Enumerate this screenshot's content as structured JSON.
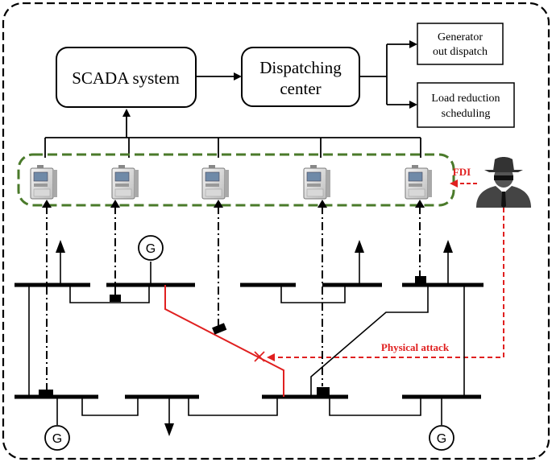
{
  "boxes": {
    "scada": "SCADA system",
    "dispatch_line1": "Dispatching",
    "dispatch_line2": "center",
    "generator_line1": "Generator",
    "generator_line2": "out dispatch",
    "load_line1": "Load reduction",
    "load_line2": "scheduling"
  },
  "labels": {
    "fdi": "FDI",
    "physical_attack": "Physical attack",
    "generator_symbol": "G"
  },
  "colors": {
    "line": "#000000",
    "attack": "#e02020",
    "meter_group": "#4a7a2a"
  },
  "icons": [
    "smart-meter-icon",
    "hacker-icon",
    "generator-icon",
    "load-arrow-icon"
  ]
}
